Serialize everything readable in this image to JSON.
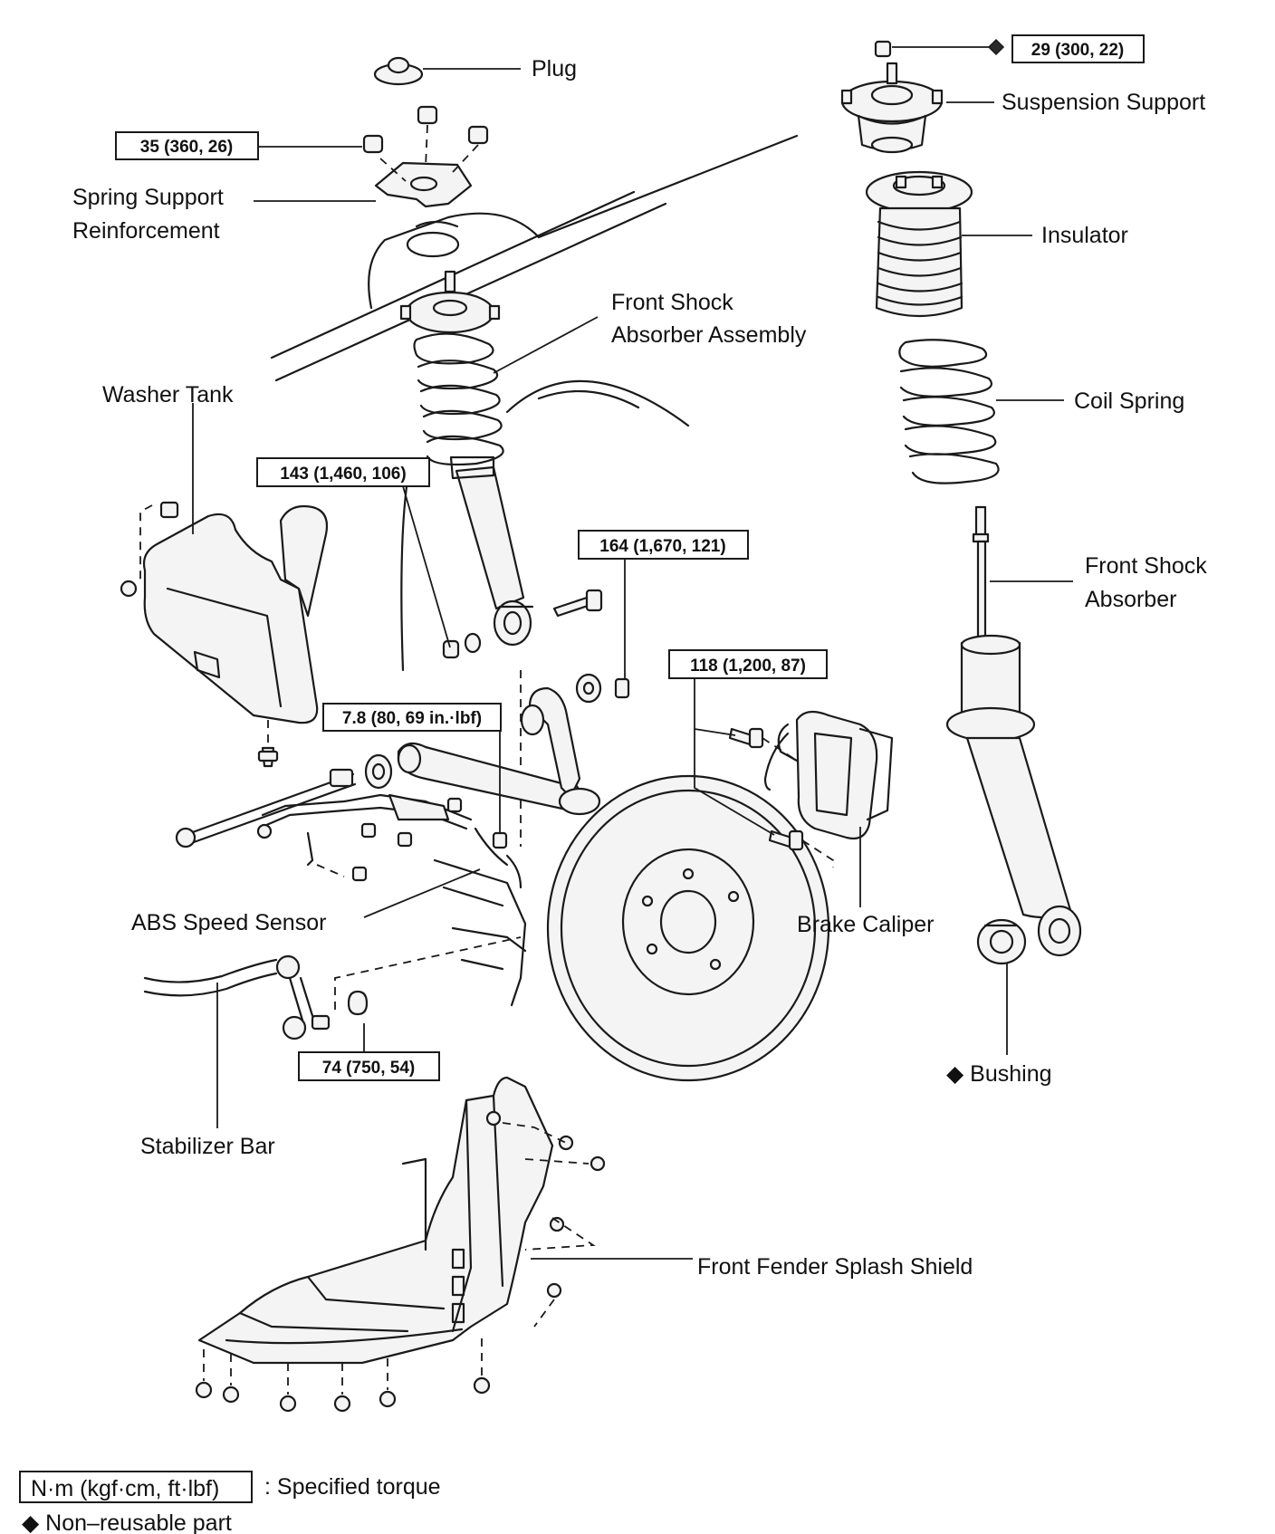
{
  "labels": {
    "plug": "Plug",
    "suspension_support": "Suspension Support",
    "spring_support_reinforcement_1": "Spring Support",
    "spring_support_reinforcement_2": "Reinforcement",
    "insulator": "Insulator",
    "front_shock_absorber_assembly_1": "Front Shock",
    "front_shock_absorber_assembly_2": "Absorber Assembly",
    "coil_spring": "Coil Spring",
    "washer_tank": "Washer Tank",
    "front_shock_absorber_1": "Front Shock",
    "front_shock_absorber_2": "Absorber",
    "brake_caliper": "Brake Caliper",
    "abs_speed_sensor": "ABS Speed Sensor",
    "bushing": "◆ Bushing",
    "stabilizer_bar": "Stabilizer Bar",
    "front_fender_splash_shield": "Front Fender Splash Shield"
  },
  "torques": {
    "t29": "29 (300, 22)",
    "t35": "35 (360, 26)",
    "t143": "143 (1,460, 106)",
    "t164": "164 (1,670, 121)",
    "t118": "118 (1,200, 87)",
    "t78": "7.8 (80, 69 in.·lbf)",
    "t74": "74 (750, 54)"
  },
  "legend": {
    "torque_unit": "N·m (kgf·cm, ft·lbf)",
    "torque_desc": ": Specified torque",
    "nonreusable": "◆ Non–reusable part"
  },
  "colors": {
    "ink": "#1a1a1a",
    "background": "#ffffff"
  }
}
